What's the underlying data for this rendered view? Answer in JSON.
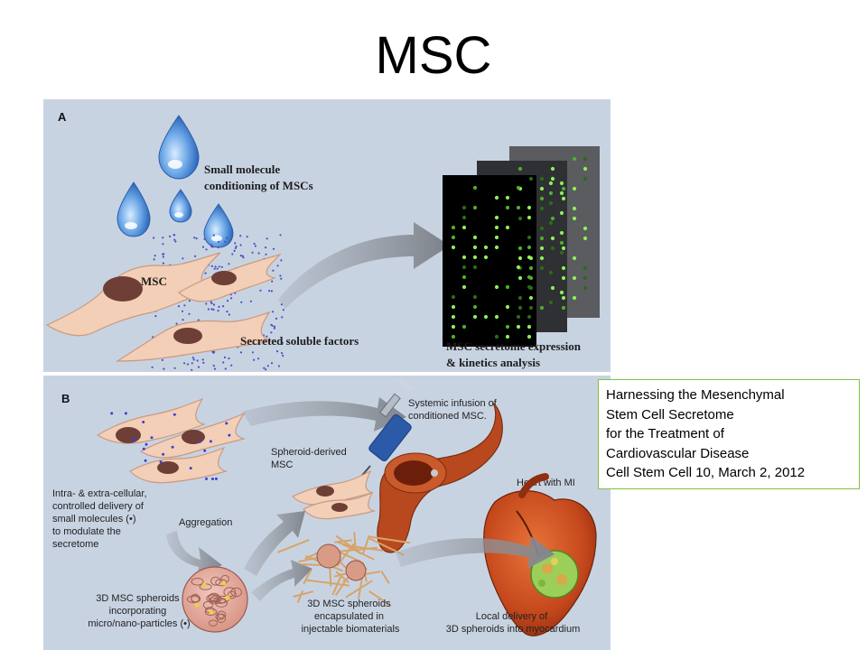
{
  "slide": {
    "title": "MSC"
  },
  "panel_a": {
    "letter": "A",
    "conditioning_label": [
      "Small molecule",
      "conditioning of MSCs"
    ],
    "msc_label": "MSC",
    "factors_label": "Secreted soluble factors",
    "analysis_label": [
      "MSC secretome expression",
      "& kinetics analysis"
    ]
  },
  "panel_b": {
    "letter": "B",
    "infusion_label": [
      "Systemic infusion of",
      "conditioned MSC."
    ],
    "spheroid_msc_label": [
      "Spheroid-derived",
      "MSC"
    ],
    "heart_label": "Heart with MI",
    "delivery_label": [
      "Intra- & extra-cellular,",
      "controlled delivery of",
      "small molecules (•)",
      "to modulate the",
      "secretome"
    ],
    "aggregation_label": "Aggregation",
    "spheroids_label": [
      "3D MSC spheroids",
      "incorporating",
      "micro/nano-particles (•)"
    ],
    "encapsulated_label": [
      "3D MSC spheroids",
      "encapsulated in",
      "injectable biomaterials"
    ],
    "local_delivery_label": [
      "Local delivery of",
      "3D spheroids into myocardium"
    ]
  },
  "citation": {
    "lines": [
      "Harnessing the Mesenchymal",
      "Stem Cell Secretome",
      "for the Treatment of",
      "Cardiovascular Disease",
      "Cell Stem Cell 10, March 2, 2012"
    ]
  },
  "colors": {
    "panel_bg": "#c8d3e2",
    "citation_border": "#7dc242",
    "array_spot": "#7de34a",
    "drop": "#3d7fd0",
    "cell": "#f2cfb6",
    "nucleus": "#6e3f36"
  }
}
